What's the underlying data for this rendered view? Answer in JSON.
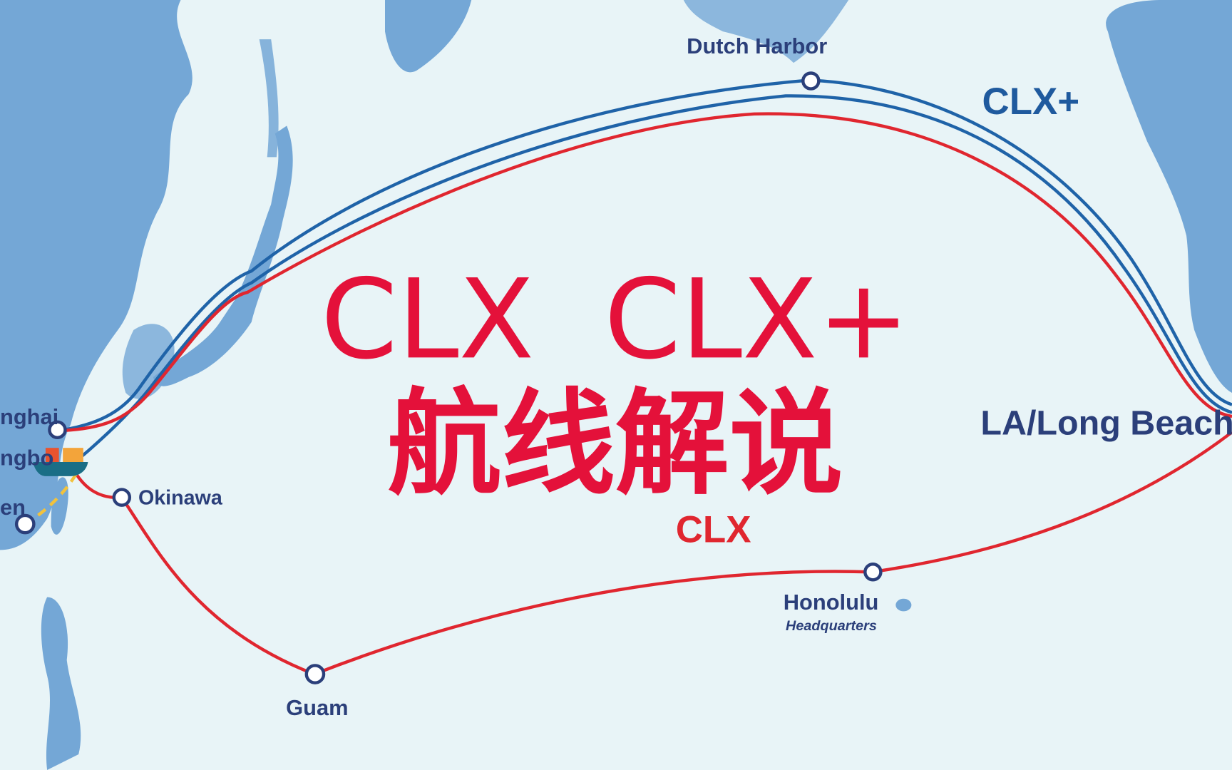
{
  "colors": {
    "ocean": "#e8f4f7",
    "land": "#74a7d6",
    "clx": "#e0262f",
    "clx_plus": "#1f63a8",
    "title": "#e4113a",
    "label": "#2b3f7a"
  },
  "title": {
    "line1": "CLX  CLX+",
    "line2": "航线解说"
  },
  "routes": {
    "clx": "CLX",
    "clx_plus": "CLX+"
  },
  "ports": {
    "dutch_harbor": "Dutch Harbor",
    "la_long_beach": "LA/Long Beach",
    "shanghai": "nghai",
    "ningbo": "ngbo",
    "xiamen": "en",
    "okinawa": "Okinawa",
    "guam": "Guam",
    "honolulu": "Honolulu",
    "honolulu_sub": "Headquarters"
  },
  "icons": {
    "ship": "cargo-ship-icon",
    "port": "port-circle-icon"
  }
}
